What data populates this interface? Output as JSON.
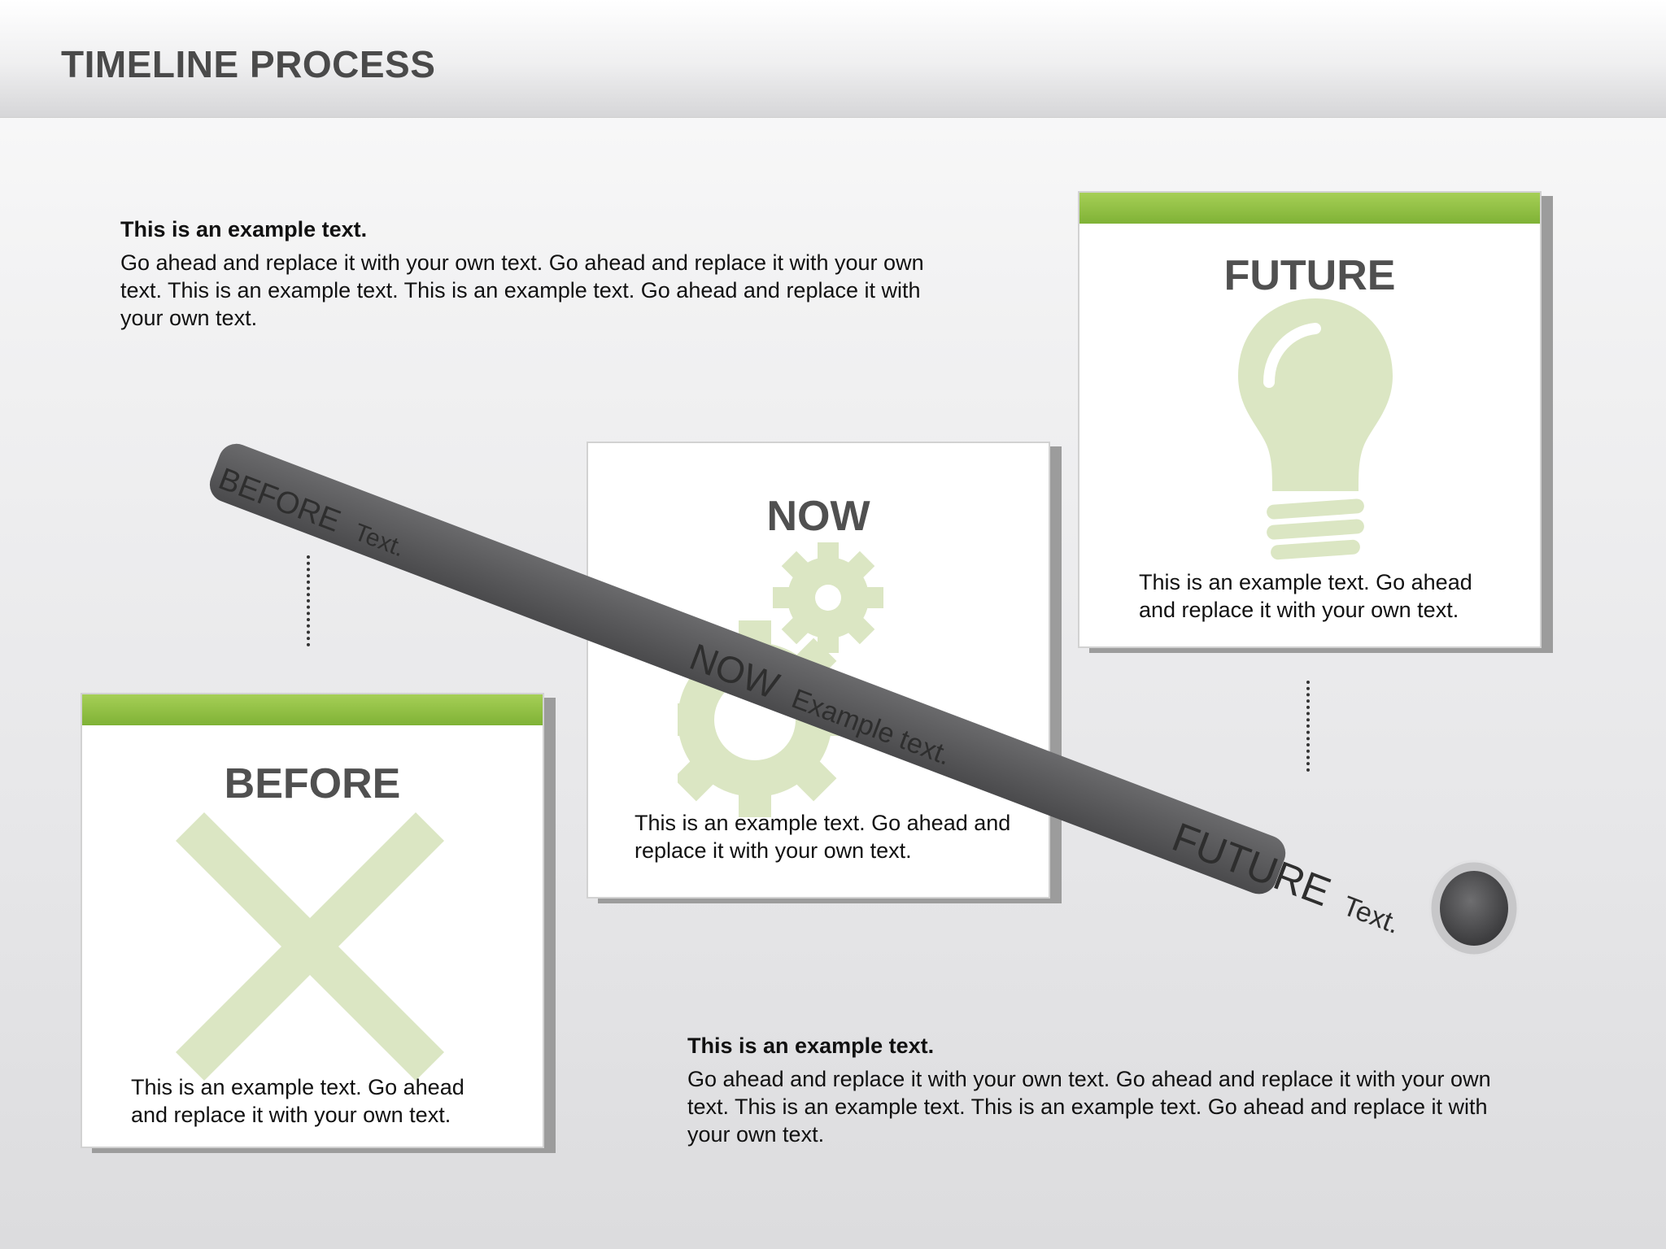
{
  "header": {
    "title": "TIMELINE PROCESS"
  },
  "top_text": {
    "title": "This is an example text.",
    "body": "Go ahead and replace it with your own text. Go ahead and replace it with your own text. This is an example text. This is an example text. Go ahead and replace it with your own text."
  },
  "bottom_text": {
    "title": "This is an example text.",
    "body": "Go ahead and replace it with your own text. Go ahead and replace it with your own text. This is an example text. This is an example text. Go ahead and replace it with your own text."
  },
  "cards": {
    "before": {
      "title": "BEFORE",
      "text": "This is an example text. Go ahead and replace it with your own text.",
      "icon": "x-mark-icon"
    },
    "now": {
      "title": "NOW",
      "text": "This is an example text. Go ahead and replace it with your own text.",
      "icon": "gears-icon"
    },
    "future": {
      "title": "FUTURE",
      "text": "This is an example text. Go ahead and replace it with your own text.",
      "icon": "lightbulb-icon"
    }
  },
  "pipe": {
    "before_label": "BEFORE",
    "before_sub": "Text.",
    "now_label": "NOW",
    "now_sub": "Example text.",
    "future_label": "FUTURE",
    "future_sub": "Text."
  },
  "colors": {
    "accent_green": "#8fbf45",
    "icon_green": "#dbe6c3",
    "pipe_gray": "#5c5c5e",
    "title_gray": "#505050"
  }
}
